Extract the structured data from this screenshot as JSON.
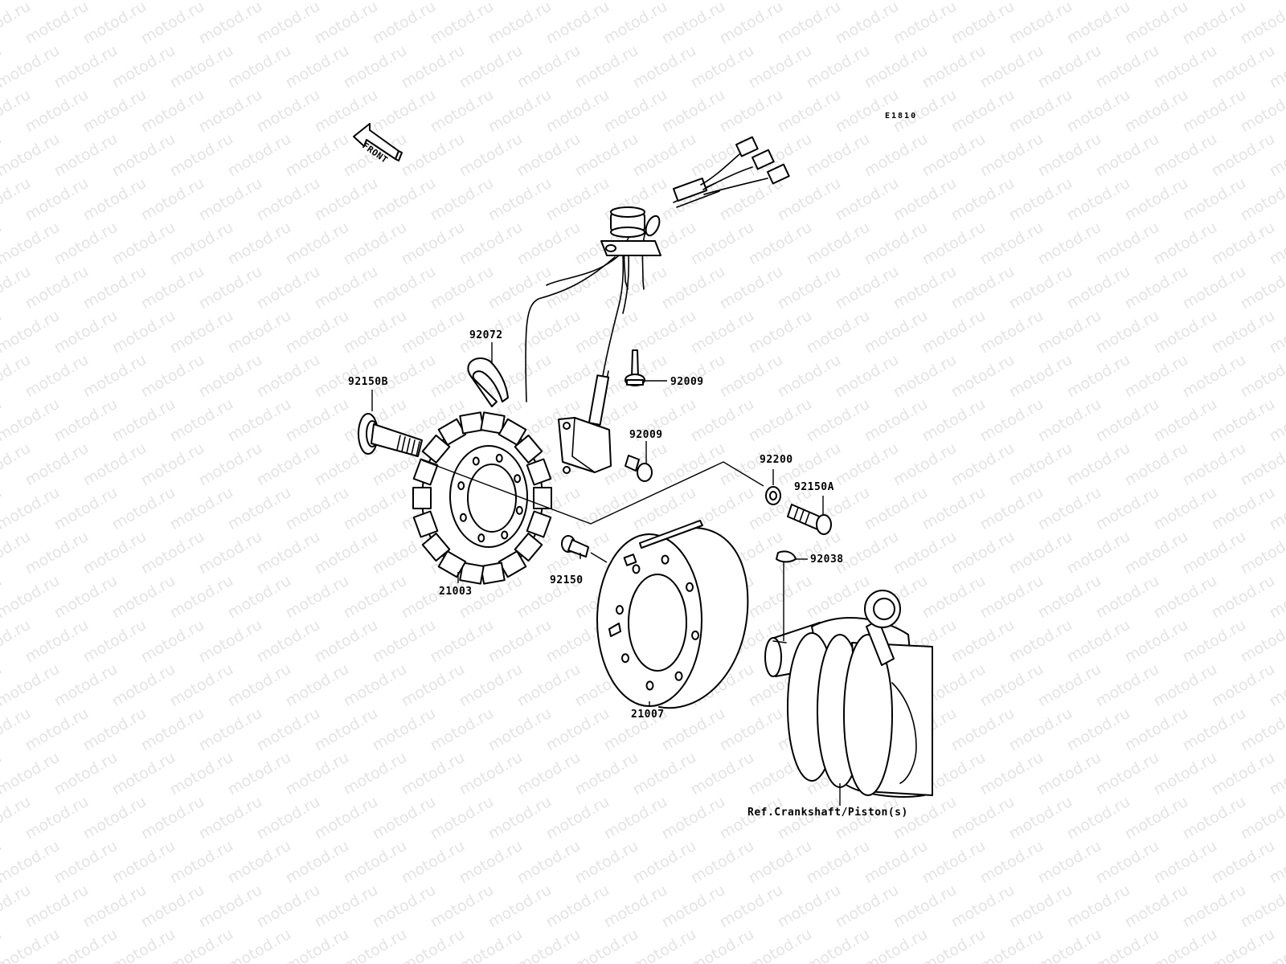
{
  "diagram": {
    "code": "E1810",
    "front_label": "FRONT",
    "watermark_text": "motod.ru",
    "callouts": {
      "p92072": "92072",
      "p92150B": "92150B",
      "p92009a": "92009",
      "p92009b": "92009",
      "p92200": "92200",
      "p92150A": "92150A",
      "p92038": "92038",
      "p21003": "21003",
      "p92150": "92150",
      "p21007": "21007",
      "ref": "Ref.Crankshaft/Piston(s)"
    },
    "colors": {
      "line": "#000000",
      "background": "#ffffff"
    }
  }
}
